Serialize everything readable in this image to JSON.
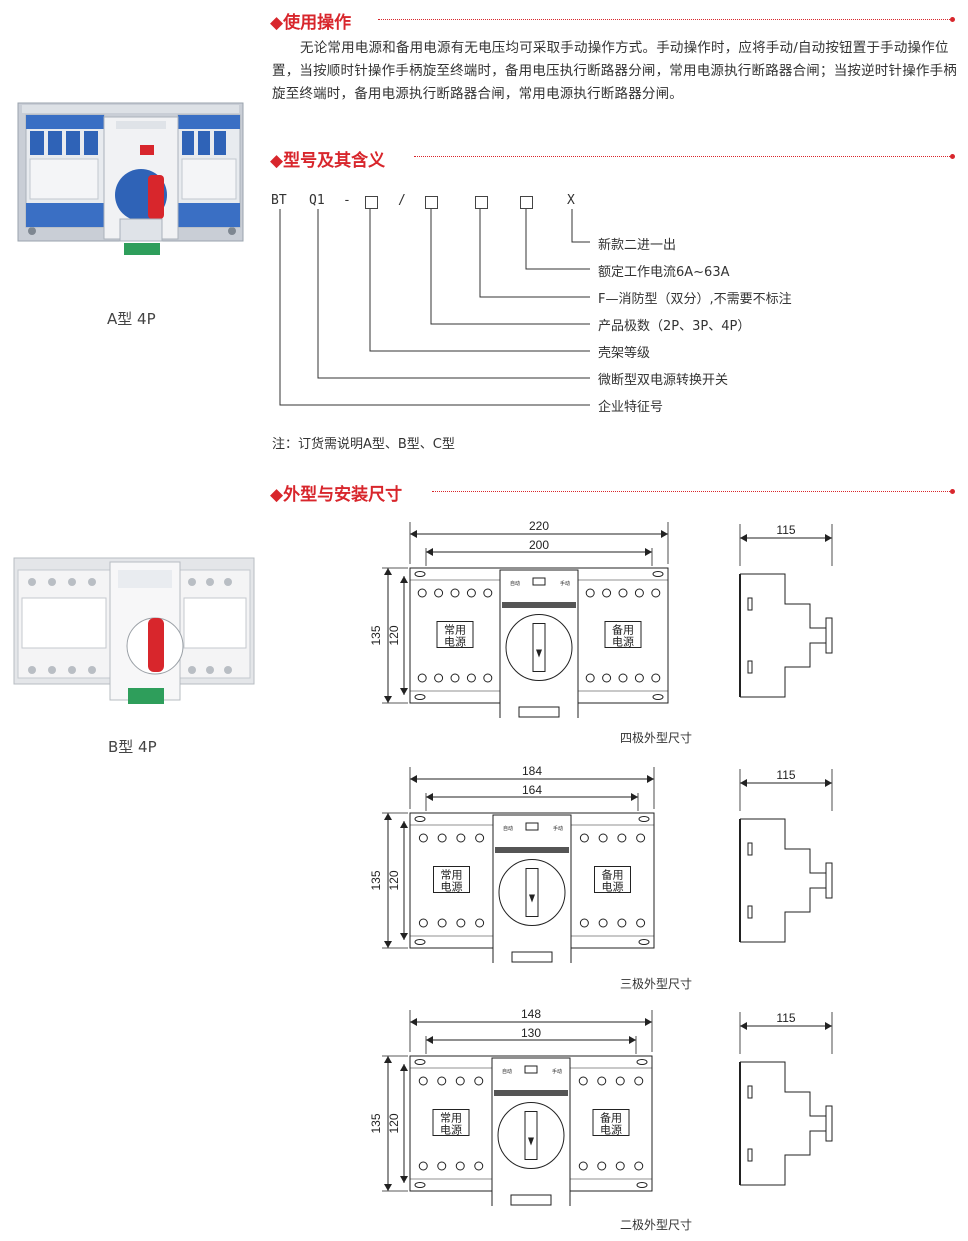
{
  "sections": {
    "operation": {
      "title": "◆使用操作",
      "text": "无论常用电源和备用电源有无电压均可采取手动操作方式。手动操作时，应将手动/自动按钮置于手动操作位置，当按顺时针操作手柄旋至终端时，备用电压执行断路器分闸，常用电源执行断路器合闸；当按逆时针操作手柄旋至终端时，备用电源执行断路器合闸，常用电源执行断路器分闸。"
    },
    "model": {
      "title": "◆型号及其含义",
      "tokens": [
        "BT",
        "Q1",
        "-",
        "/",
        "X"
      ],
      "descriptions": [
        "新款二进一出",
        "额定工作电流6A~63A",
        "F—消防型（双分）,不需要不标注",
        "产品极数（2P、3P、4P）",
        "壳架等级",
        "微断型双电源转换开关",
        "企业特征号"
      ],
      "note": "注：订货需说明A型、B型、C型"
    },
    "dimensions": {
      "title": "◆外型与安装尺寸"
    }
  },
  "products": [
    {
      "caption": "A型  4P"
    },
    {
      "caption": "B型  4P"
    }
  ],
  "drawings": [
    {
      "caption": "四极外型尺寸",
      "outer_width": "220",
      "mount_width": "200",
      "height": "135",
      "mount_height": "120",
      "depth": "115"
    },
    {
      "caption": "三极外型尺寸",
      "outer_width": "184",
      "mount_width": "164",
      "height": "135",
      "mount_height": "120",
      "depth": "115"
    },
    {
      "caption": "二极外型尺寸",
      "outer_width": "148",
      "mount_width": "130",
      "height": "135",
      "mount_height": "120",
      "depth": "115"
    }
  ],
  "panel_labels": {
    "common": [
      "常用",
      "电源"
    ],
    "backup": [
      "备用",
      "电源"
    ],
    "auto": "自动",
    "manual": "手动"
  },
  "colors": {
    "accent": "#d8262c",
    "blue": "#2f63b7",
    "handle_red": "#d8262c"
  }
}
